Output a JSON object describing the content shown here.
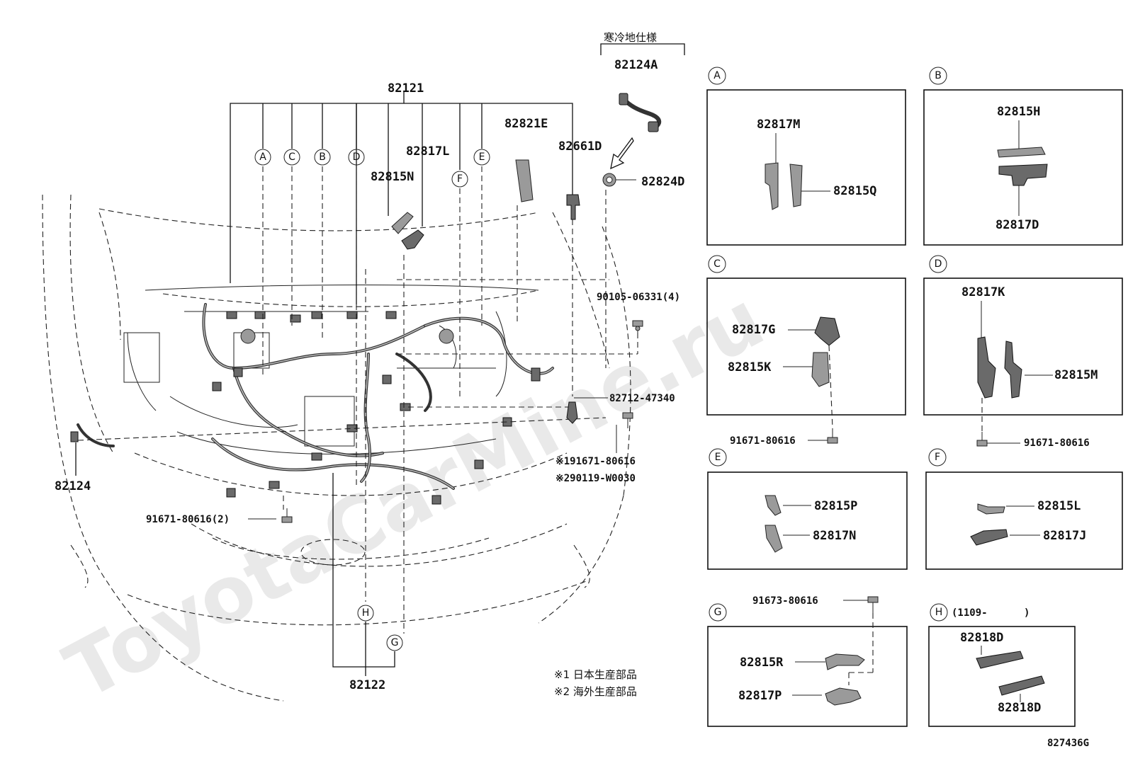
{
  "watermark": "ToyotaCarMine.ru",
  "cold_spec_label": "寒冷地仕様",
  "footnote_1": "※1 日本生産部品",
  "footnote_2": "※2 海外生産部品",
  "figure_code": "827436G",
  "main": {
    "p82121": "82121",
    "p82122": "82122",
    "p82124": "82124",
    "p82124A": "82124A",
    "p82824D": "82824D",
    "p82821E": "82821E",
    "p82661D": "82661D",
    "p82817L": "82817L",
    "p82815N": "82815N",
    "p90105": "90105-06331(4)",
    "p82712": "82712-47340",
    "p91671_1": "※191671-80616",
    "p90119_2": "※290119-W0030",
    "p91671_2": "91671-80616(2)"
  },
  "callouts": [
    "A",
    "C",
    "B",
    "D",
    "F",
    "E",
    "H",
    "G"
  ],
  "panels": {
    "A": {
      "letter": "A",
      "parts": [
        "82817M",
        "82815Q"
      ]
    },
    "B": {
      "letter": "B",
      "parts": [
        "82815H",
        "82817D"
      ]
    },
    "C": {
      "letter": "C",
      "parts": [
        "82817G",
        "82815K"
      ],
      "bolt": "91671-80616"
    },
    "D": {
      "letter": "D",
      "parts": [
        "82817K",
        "82815M"
      ],
      "bolt": "91671-80616"
    },
    "E": {
      "letter": "E",
      "parts": [
        "82815P",
        "82817N"
      ]
    },
    "F": {
      "letter": "F",
      "parts": [
        "82815L",
        "82817J"
      ]
    },
    "G": {
      "letter": "G",
      "parts": [
        "82815R",
        "82817P"
      ],
      "bolt": "91673-80616"
    },
    "H": {
      "letter": "H",
      "date": "(1109-",
      "date_end": ")",
      "parts": [
        "82818D",
        "82818D"
      ]
    }
  }
}
